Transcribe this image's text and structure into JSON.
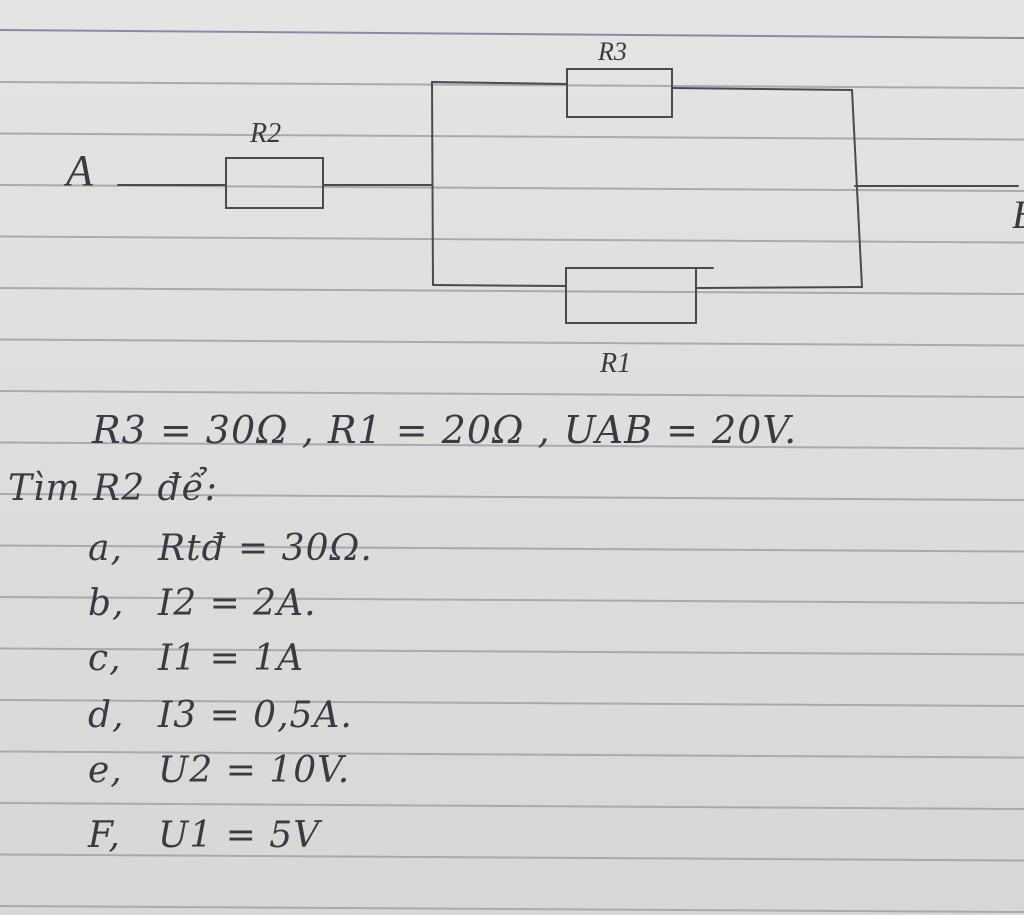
{
  "diagram": {
    "terminals": {
      "a": "A",
      "b": "B"
    },
    "resistors": {
      "r2": "R2",
      "r3": "R3",
      "r1": "R1"
    }
  },
  "given": "R3 = 30Ω , R1 = 20Ω , UAB = 20V.",
  "task": "Tìm R2 để:",
  "items": [
    {
      "key": "a,",
      "text": "Rtđ = 30Ω."
    },
    {
      "key": "b,",
      "text": "I2 = 2A."
    },
    {
      "key": "c,",
      "text": "I1 = 1A"
    },
    {
      "key": "d,",
      "text": "I3 = 0,5A."
    },
    {
      "key": "e,",
      "text": "U2 = 10V."
    },
    {
      "key": "F,",
      "text": "U1 = 5V"
    }
  ],
  "colors": {
    "paper": "#e0e0de",
    "rule_line": "#a9a9b2",
    "top_line": "#8a8aa8",
    "ink": "#3a3a44"
  }
}
